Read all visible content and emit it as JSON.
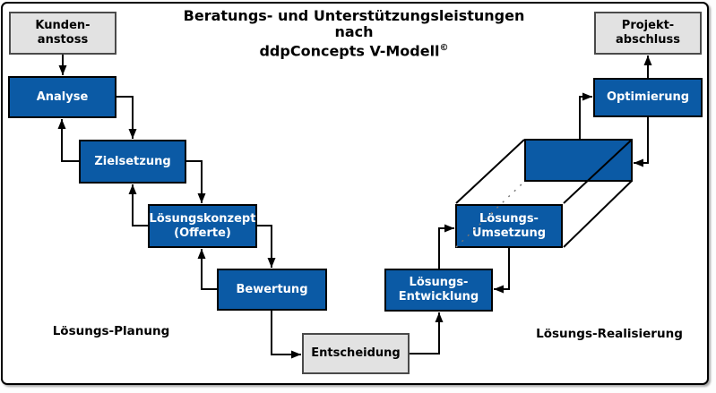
{
  "title": {
    "line1": "Beratungs- und Unterstützungsleistungen",
    "line2": "nach",
    "line3": "ddpConcepts V-Modell",
    "line3_superscript": "©"
  },
  "phase_labels": {
    "left": "Lösungs-Planung",
    "right": "Lösungs-Realisierung"
  },
  "boxes": {
    "kundenanstoss": {
      "line1": "Kunden-",
      "line2": "anstoss"
    },
    "analyse": {
      "label": "Analyse"
    },
    "zielsetzung": {
      "label": "Zielsetzung"
    },
    "loesungskonzept": {
      "line1": "Lösungskonzept",
      "line2": "(Offerte)"
    },
    "bewertung": {
      "label": "Bewertung"
    },
    "entscheidung": {
      "label": "Entscheidung"
    },
    "entwicklung": {
      "line1": "Lösungs-",
      "line2": "Entwicklung"
    },
    "umsetzung": {
      "line1": "Lösungs-",
      "line2": "Umsetzung"
    },
    "optimierung": {
      "label": "Optimierung"
    },
    "projektabschluss": {
      "line1": "Projekt-",
      "line2": "abschluss"
    }
  },
  "colors": {
    "process_box_blue": "#0b5aa5",
    "milestone_box_gray": "#e2e2e2",
    "connector_black": "#000000",
    "box_text_white": "#ffffff",
    "text_black": "#000000"
  }
}
